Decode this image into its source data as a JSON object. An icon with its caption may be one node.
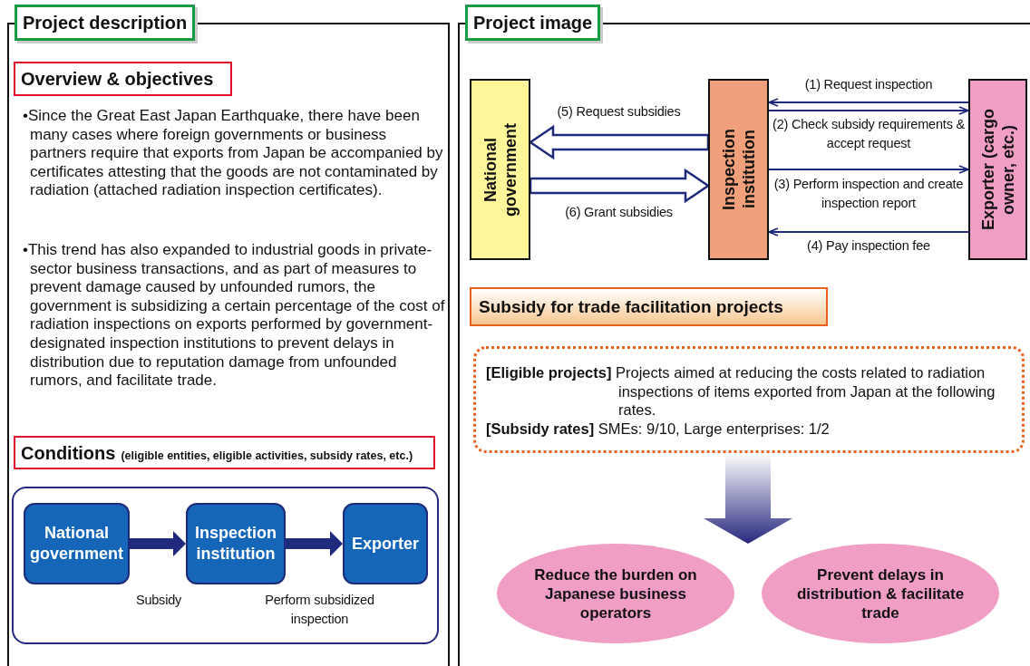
{
  "diagram": {
    "nodes": [
      {
        "text": [
          "Project description"
        ]
      },
      {
        "text": [
          "Overview & objectives"
        ],
        "in": 0
      },
      {
        "text": [
          "Conditions",
          "(eligible entities, eligible activities, subsidy rates, etc.)"
        ],
        "in": 0
      },
      {
        "text": [],
        "shape": "box",
        "in": 0
      },
      {
        "text": [
          "National government"
        ],
        "in": 3
      },
      {
        "text": [
          "Inspection institution"
        ],
        "in": 3
      },
      {
        "text": [
          "Exporter"
        ],
        "in": 3
      },
      {
        "text": [
          "Project image"
        ]
      },
      {
        "text": [
          "National government"
        ],
        "in": 7
      },
      {
        "text": [
          "Inspection institution"
        ],
        "in": 7
      },
      {
        "text": [
          "Exporter (cargo owner, etc.)"
        ],
        "in": 7
      },
      {
        "text": [
          "Subsidy for trade facilitation projects"
        ],
        "in": 7
      },
      {
        "text": [
          "**[Eligible projects]** Projects aimed at reducing the costs related to radiation inspections of items exported from Japan at the following rates.",
          "**[Subsidy rates]** SMEs: 9/10, Large enterprises: 1/2"
        ],
        "in": 7
      },
      {
        "text": [
          "Reduce the burden on Japanese business operators"
        ],
        "in": 7
      },
      {
        "text": [
          "Prevent delays in distribution & facilitate trade"
        ],
        "in": 7
      }
    ],
    "edges": [
      {
        "from": 4,
        "to": 5,
        "arrow": "to",
        "label": "Subsidy",
        "style": "thick"
      },
      {
        "from": 5,
        "to": 6,
        "arrow": "to",
        "label": "Perform subsidized inspection",
        "style": "thick"
      },
      {
        "from": 10,
        "to": 9,
        "arrow": "to",
        "label": "(1) Request inspection"
      },
      {
        "from": 9,
        "to": 10,
        "arrow": "to",
        "label": "(2) Check subsidy requirements & accept request"
      },
      {
        "from": 9,
        "to": 10,
        "arrow": "to",
        "label": "(3) Perform inspection and create inspection report"
      },
      {
        "from": 10,
        "to": 9,
        "arrow": "to",
        "label": "(4) Pay inspection fee"
      },
      {
        "from": 9,
        "to": 8,
        "arrow": "to",
        "label": "(5) Request subsidies",
        "style": "thick"
      },
      {
        "from": 8,
        "to": 9,
        "arrow": "to",
        "label": "(6) Grant subsidies",
        "style": "thick"
      },
      {
        "from": 12,
        "to": 13,
        "arrow": "to",
        "style": "thick"
      },
      {
        "from": 12,
        "to": 14,
        "arrow": "to",
        "style": "thick"
      }
    ],
    "labels": [
      "•Since the Great East Japan Earthquake, there have been many cases where foreign governments or business partners require that exports from Japan be accompanied by certificates attesting that the goods are not contaminated by radiation (attached radiation inspection certificates).",
      "•This trend has also expanded to industrial goods in private-sector business transactions, and as part of measures to prevent damage caused by unfounded rumors, the government is subsidizing a certain percentage of the cost of radiation inspections on exports performed by government-designated inspection institutions to prevent delays in distribution due to reputation damage from unfounded rumors, and facilitate trade."
    ]
  }
}
